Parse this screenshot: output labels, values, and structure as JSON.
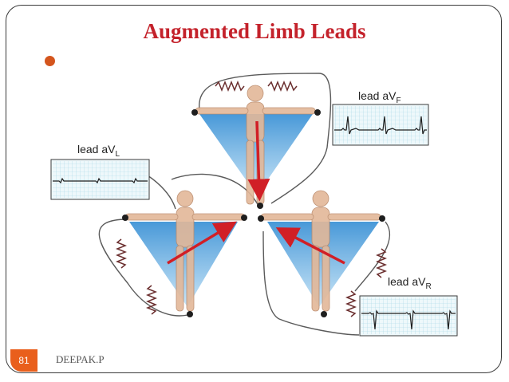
{
  "slide": {
    "title": "Augmented Limb Leads",
    "page_number": "81",
    "author": "DEEPAK.P"
  },
  "leads": {
    "aVF": {
      "prefix": "lead aV",
      "sub": "F"
    },
    "aVL": {
      "prefix": "lead aV",
      "sub": "L"
    },
    "aVR": {
      "prefix": "lead aV",
      "sub": "R"
    }
  },
  "colors": {
    "title": "#c4222b",
    "bullet": "#d4551d",
    "arrow": "#d11f26",
    "wedge": "#5aa8e0",
    "ecg_grid": "#a7d7e6",
    "page_badge": "#e95f1c"
  }
}
